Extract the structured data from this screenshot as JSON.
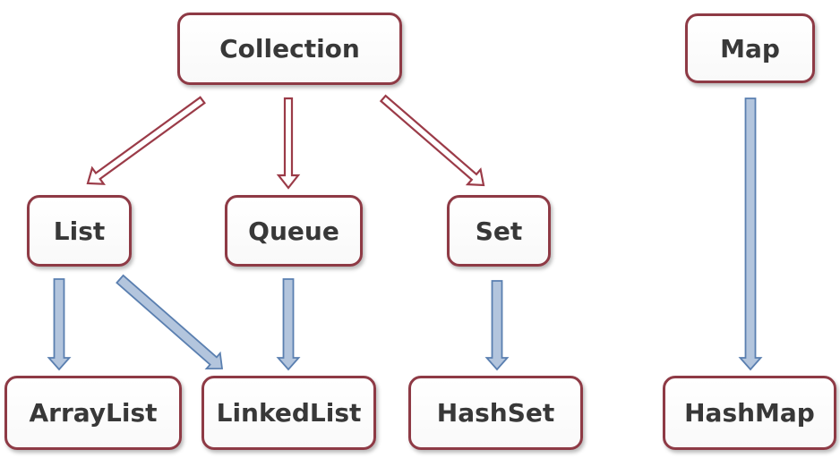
{
  "nodes": {
    "collection": "Collection",
    "map": "Map",
    "list": "List",
    "queue": "Queue",
    "set": "Set",
    "arraylist": "ArrayList",
    "linkedlist": "LinkedList",
    "hashset": "HashSet",
    "hashmap": "HashMap"
  },
  "edges": [
    {
      "from": "collection",
      "to": "list",
      "kind": "extends"
    },
    {
      "from": "collection",
      "to": "queue",
      "kind": "extends"
    },
    {
      "from": "collection",
      "to": "set",
      "kind": "extends"
    },
    {
      "from": "list",
      "to": "arraylist",
      "kind": "implements"
    },
    {
      "from": "list",
      "to": "linkedlist",
      "kind": "implements"
    },
    {
      "from": "queue",
      "to": "linkedlist",
      "kind": "implements"
    },
    {
      "from": "set",
      "to": "hashset",
      "kind": "implements"
    },
    {
      "from": "map",
      "to": "hashmap",
      "kind": "implements"
    }
  ],
  "colors": {
    "border": "#8e3a45",
    "text": "#383838",
    "extends_arrow": "#9b3b48",
    "implements_arrow_fill": "#b3c5dd",
    "implements_arrow_stroke": "#5a7fb0"
  }
}
